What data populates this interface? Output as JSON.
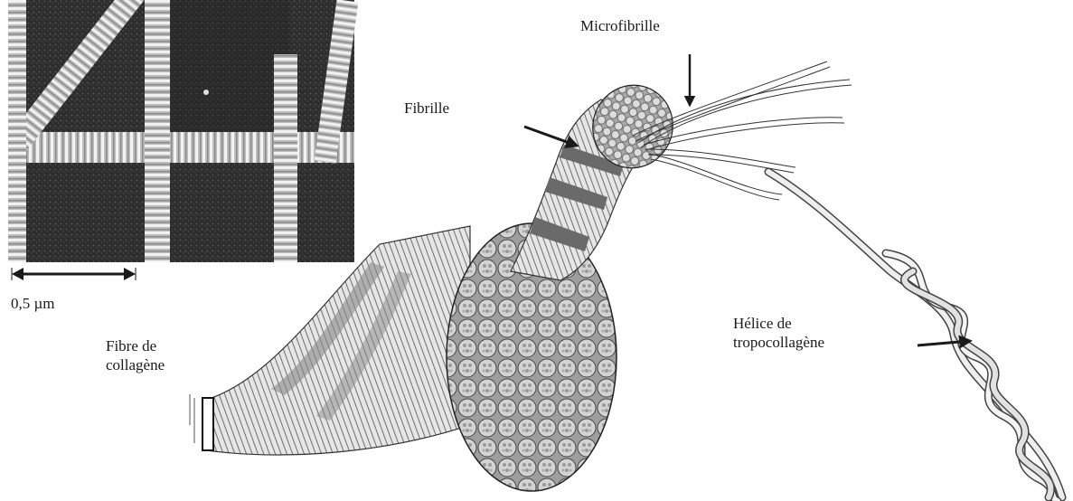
{
  "labels": {
    "microfibrille": "Microfibrille",
    "fibrille": "Fibrille",
    "fibre_line1": "Fibre de",
    "fibre_line2": "collagène",
    "helice_line1": "Hélice de",
    "helice_line2": "tropocollagène",
    "scale_bar": "0,5 µm"
  },
  "colors": {
    "ink": "#1a1a1a",
    "micrograph_bg": "#2b2b2b",
    "fiber_fill": "#d8d8d8",
    "fiber_band": "#7a7a7a"
  }
}
